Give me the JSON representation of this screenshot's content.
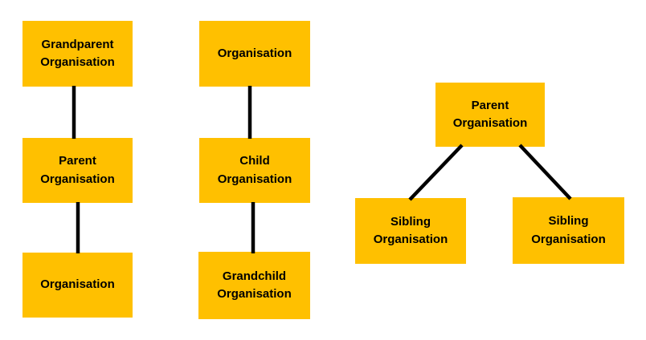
{
  "style": {
    "node_fill": "#FFC000",
    "node_text_color": "#000000",
    "connector_color": "#000000",
    "background": "#FFFFFF"
  },
  "diagrams": [
    {
      "name": "left-vertical-chain",
      "type": "vertical-chain",
      "nodes": [
        {
          "label": "Grandparent Organisation"
        },
        {
          "label": "Parent Organisation"
        },
        {
          "label": "Organisation"
        }
      ],
      "edges": [
        [
          0,
          1
        ],
        [
          1,
          2
        ]
      ]
    },
    {
      "name": "middle-vertical-chain",
      "type": "vertical-chain",
      "nodes": [
        {
          "label": "Organisation"
        },
        {
          "label": "Child Organisation"
        },
        {
          "label": "Grandchild Organisation"
        }
      ],
      "edges": [
        [
          0,
          1
        ],
        [
          1,
          2
        ]
      ]
    },
    {
      "name": "right-tree",
      "type": "tree",
      "nodes": [
        {
          "label": "Parent Organisation"
        },
        {
          "label": "Sibling Organisation"
        },
        {
          "label": "Sibling Organisation"
        }
      ],
      "edges": [
        [
          0,
          1
        ],
        [
          0,
          2
        ]
      ]
    }
  ]
}
